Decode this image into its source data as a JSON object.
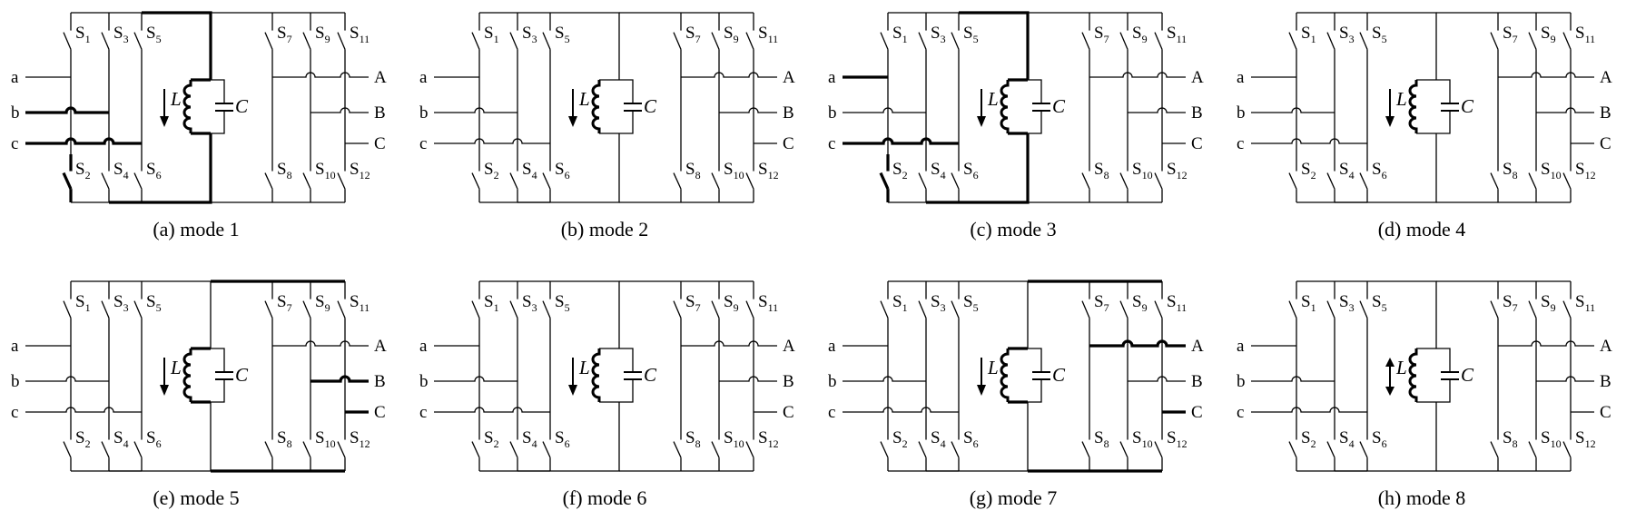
{
  "switch_letter": "S",
  "switch_numbers": [
    "1",
    "2",
    "3",
    "4",
    "5",
    "6",
    "7",
    "8",
    "9",
    "10",
    "11",
    "12"
  ],
  "inputs": [
    "a",
    "b",
    "c"
  ],
  "outputs": [
    "A",
    "B",
    "C"
  ],
  "inductor_label": "L",
  "capacitor_label": "C",
  "panels": [
    {
      "caption": "(a) mode 1",
      "highlight": [
        "B_T",
        "B_B",
        "I_b",
        "I_c",
        "J_b_4",
        "J_c_4",
        "IC_l4",
        "IC_d4",
        "SW_2"
      ],
      "arrow": "down"
    },
    {
      "caption": "(b) mode 2",
      "highlight": [],
      "arrow": "down"
    },
    {
      "caption": "(c) mode 3",
      "highlight": [
        "B_T",
        "B_B",
        "I_a",
        "I_c",
        "J_c_2",
        "J_c_4",
        "IC_l2",
        "IC_d2",
        "IC_l4",
        "IC_d4",
        "SW_2"
      ],
      "arrow": "down"
    },
    {
      "caption": "(d) mode 4",
      "highlight": [],
      "arrow": "down"
    },
    {
      "caption": "(e) mode 5",
      "highlight": [
        "T_T",
        "T_B",
        "O_B",
        "O_C",
        "J_b_10",
        "OC_l9",
        "OC_d9",
        "OC_l10",
        "OC_d10"
      ],
      "arrow": "down"
    },
    {
      "caption": "(f) mode 6",
      "highlight": [],
      "arrow": "down"
    },
    {
      "caption": "(g) mode 7",
      "highlight": [
        "T_T",
        "T_B",
        "O_A",
        "O_C",
        "J_a_8",
        "J_a_10",
        "OC_l7",
        "OC_d7",
        "OC_l10",
        "OC_d10"
      ],
      "arrow": "down"
    },
    {
      "caption": "(h) mode 8",
      "highlight": [],
      "arrow": "both"
    }
  ]
}
